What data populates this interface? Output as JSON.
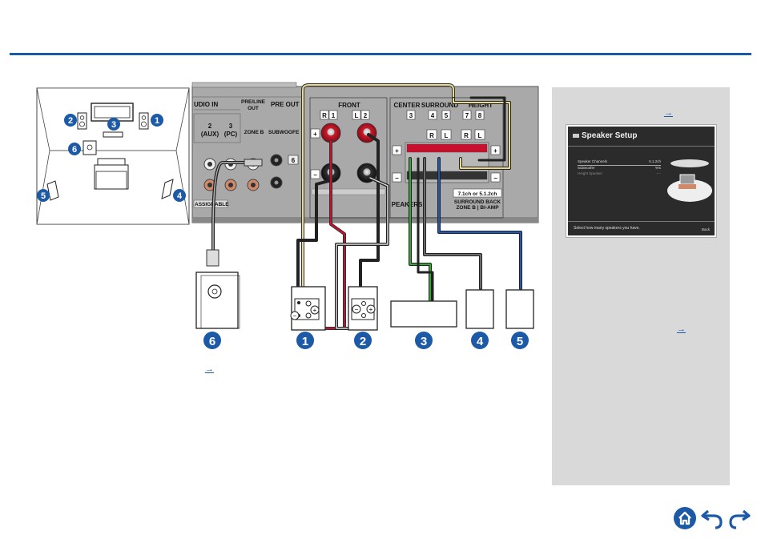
{
  "diagram": {
    "callouts": [
      "1",
      "2",
      "3",
      "4",
      "5",
      "6"
    ],
    "panel_labels": {
      "audio_in": "UDIO IN",
      "in2": "2",
      "in2_sub": "(AUX)",
      "in3": "3",
      "in3_sub": "(PC)",
      "preline_1": "PRE/LINE",
      "preline_2": "OUT",
      "zone_b": "ZONE B",
      "pre_out": "PRE OUT",
      "subwoofer": "SUBWOOFE",
      "sub_num": "6",
      "assign": "ASSIGNABLE",
      "front": "FRONT",
      "r1_letter": "R",
      "r1_num": "1",
      "l2_letter": "L",
      "l2_num": "2",
      "center": "CENTER",
      "center_num": "3",
      "surround": "SURROUND",
      "surround_4": "4",
      "surround_5": "5",
      "height": "HEIGHT",
      "height_7": "7",
      "height_8": "8",
      "r": "R",
      "l": "L",
      "plus": "+",
      "minus": "−",
      "ch_label": "7.1ch or 5.1.2ch",
      "surround_back": "SURROUND BACK",
      "zone_b_biamp": "ZONE B | BI-AMP",
      "speakers": "PEAKERS"
    },
    "link_arrow": "→"
  },
  "sidebar": {
    "link_arrow_top": "→",
    "link_arrow_bottom": "→",
    "screen": {
      "title": "Speaker Setup",
      "rows": [
        {
          "label": "Speaker Channels",
          "value": "5.1.2ch"
        },
        {
          "label": "Subwoofer",
          "value": "Yes"
        },
        {
          "label": "Height Speaker",
          "value": "----"
        }
      ],
      "hint": "Select how many speakers you have.",
      "back": "Back"
    }
  },
  "nav": {
    "home_icon": "home-icon",
    "back_icon": "undo-arrow-icon",
    "forward_icon": "redo-arrow-icon"
  },
  "colors": {
    "accent": "#1c5aa8",
    "red_wire": "#c8102e",
    "green_wire": "#3aa33a",
    "blue_wire": "#1e58b8",
    "yellow_wire": "#e8d890",
    "panel_bg": "#a9a9a9"
  }
}
